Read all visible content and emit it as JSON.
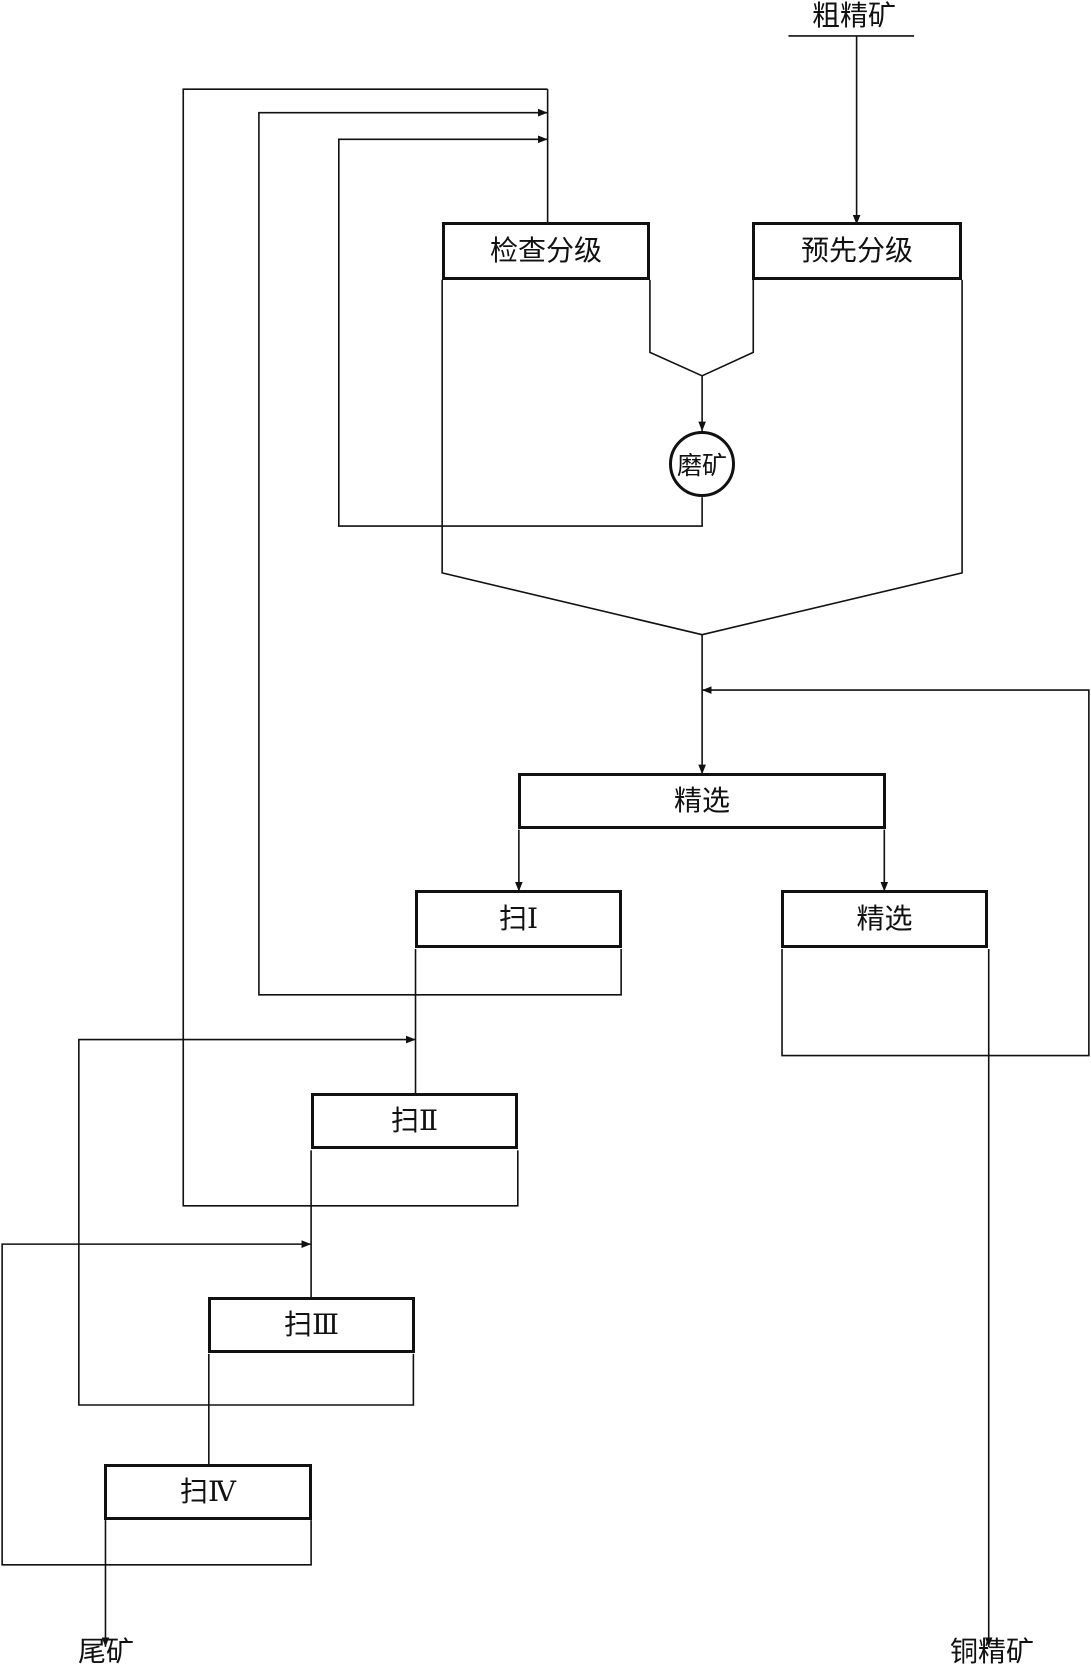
{
  "feed": "粗精矿",
  "classify_check": "检查分级",
  "classify_pre": "预先分级",
  "grinding": "磨矿",
  "cleaner_1": "精选",
  "cleaner_2": "精选",
  "scav_1": "扫Ⅰ",
  "scav_2": "扫Ⅱ",
  "scav_3": "扫Ⅲ",
  "scav_4": "扫Ⅳ",
  "tailings": "尾矿",
  "cu_concentrate": "铜精矿"
}
